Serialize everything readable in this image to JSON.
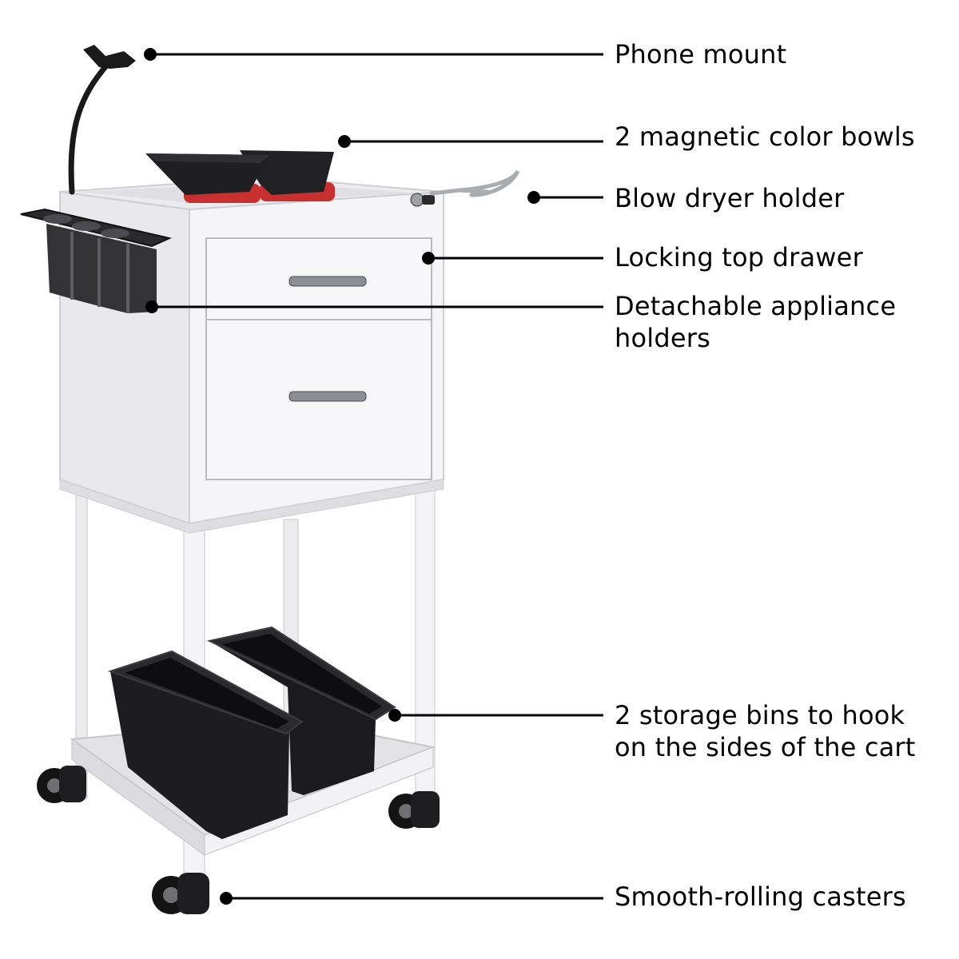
{
  "callouts": [
    {
      "id": "phone-mount",
      "lines": [
        "Phone mount"
      ]
    },
    {
      "id": "color-bowls",
      "lines": [
        "2 magnetic color bowls"
      ]
    },
    {
      "id": "blow-dryer-holder",
      "lines": [
        "Blow dryer holder"
      ]
    },
    {
      "id": "locking-drawer",
      "lines": [
        "Locking top drawer"
      ]
    },
    {
      "id": "appliance-holders",
      "lines": [
        "Detachable appliance",
        "holders"
      ]
    },
    {
      "id": "storage-bins",
      "lines": [
        "2 storage bins to hook",
        "on the sides of the cart"
      ]
    },
    {
      "id": "casters",
      "lines": [
        "Smooth-rolling casters"
      ]
    }
  ],
  "colors": {
    "cart_body": "#f2f2f3",
    "cart_shadow": "#d9d9dc",
    "bins": "#1b1b1d",
    "wheels": "#141414",
    "chrome": "#bfc3c7",
    "callout_line": "#000000"
  }
}
